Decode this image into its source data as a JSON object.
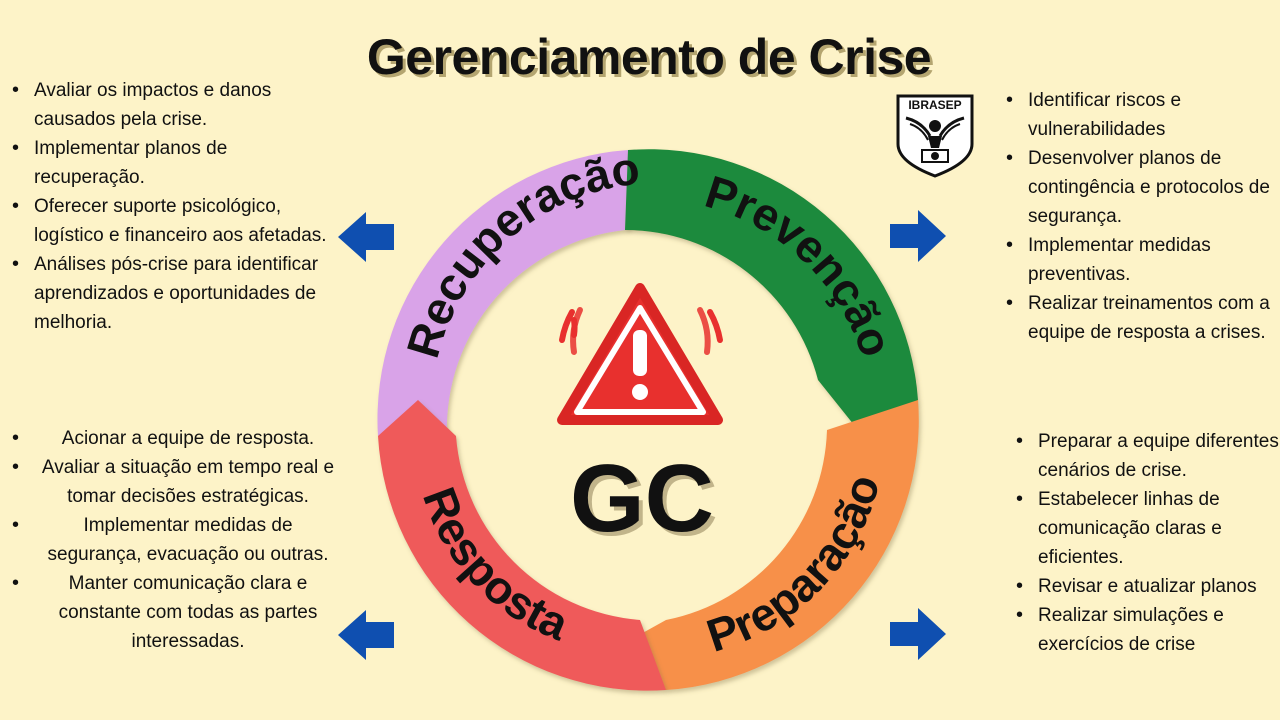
{
  "title": "Gerenciamento de Crise",
  "logo": {
    "text": "IBRASEP"
  },
  "center": {
    "label": "GC",
    "icon": "warning-alarm-icon"
  },
  "colors": {
    "background": "#fdf3c8",
    "recuperacao": "#d9a3e8",
    "prevencao": "#1e8a3c",
    "preparacao": "#f79048",
    "resposta": "#ef5a5a",
    "arrow": "#0f4fb0",
    "warning": "#e8302e"
  },
  "segments": {
    "recuperacao": "Recuperação",
    "prevencao": "Prevenção",
    "preparacao": "Preparação",
    "resposta": "Resposta"
  },
  "lists": {
    "recuperacao": [
      "Avaliar os impactos e danos causados pela crise.",
      "Implementar planos de recuperação.",
      "Oferecer suporte psicológico, logístico e financeiro aos afetadas.",
      "Análises pós-crise para identificar aprendizados e oportunidades de melhoria."
    ],
    "prevencao": [
      "Identificar riscos e vulnerabilidades",
      "Desenvolver planos de contingência e protocolos de segurança.",
      "Implementar medidas preventivas.",
      "Realizar treinamentos com a equipe de resposta a crises."
    ],
    "resposta": [
      "Acionar a equipe de resposta.",
      "Avaliar a situação em tempo real e tomar decisões estratégicas.",
      "Implementar medidas de segurança, evacuação ou outras.",
      "Manter comunicação clara e constante com todas as partes interessadas."
    ],
    "preparacao": [
      "Preparar a equipe diferentes cenários de crise.",
      "Estabelecer linhas de comunicação claras e eficientes.",
      "Revisar e atualizar planos",
      "Realizar simulações e exercícios de crise"
    ]
  }
}
